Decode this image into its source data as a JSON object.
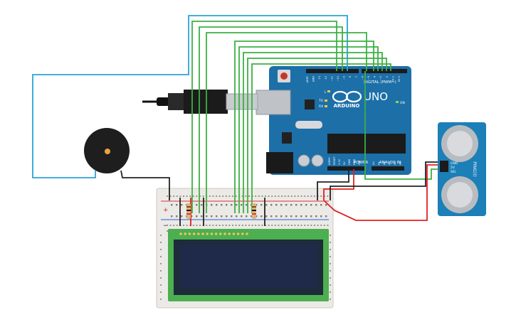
{
  "arduino": {
    "brand": "ARDUINO",
    "model": "UNO",
    "digital_label": "DIGITAL (PWM~)",
    "power_label": "POWER",
    "analog_label": "ANALOG IN",
    "reset_label": "RESET",
    "tx_label": "TX",
    "rx_label": "RX",
    "l_label": "L",
    "on_label": "ON",
    "analog_pins": [
      "A0",
      "A1",
      "A2",
      "A3",
      "A4",
      "A5"
    ],
    "power_pins": [
      "IOREF",
      "RESET",
      "3.3V",
      "5V",
      "GND",
      "GND",
      "VIN"
    ],
    "digital_pins": [
      "AREF",
      "GND",
      "13",
      "12",
      "~11",
      "~10",
      "~9",
      "8",
      "7",
      "~6",
      "~5",
      "4",
      "~3",
      "2",
      "TX 1",
      "RX 0"
    ],
    "board_color": "#1d6fa8"
  },
  "ping_sensor": {
    "name": "PING)))",
    "pins": [
      "GND",
      "5V",
      "SIG"
    ],
    "color": "#1c7fb7"
  },
  "lcd": {
    "screen_color": "#1f2a4a",
    "pcb_color": "#4caf50"
  },
  "breadboard": {
    "plus": "+",
    "minus": "−"
  },
  "wires": {
    "blue": "#2aa4d5",
    "green": "#3cb043",
    "black": "#222222",
    "red": "#e02020"
  },
  "components": {
    "buzzer": "piezo-buzzer",
    "resistors": 2,
    "usb_cable": "usb-b-cable"
  }
}
